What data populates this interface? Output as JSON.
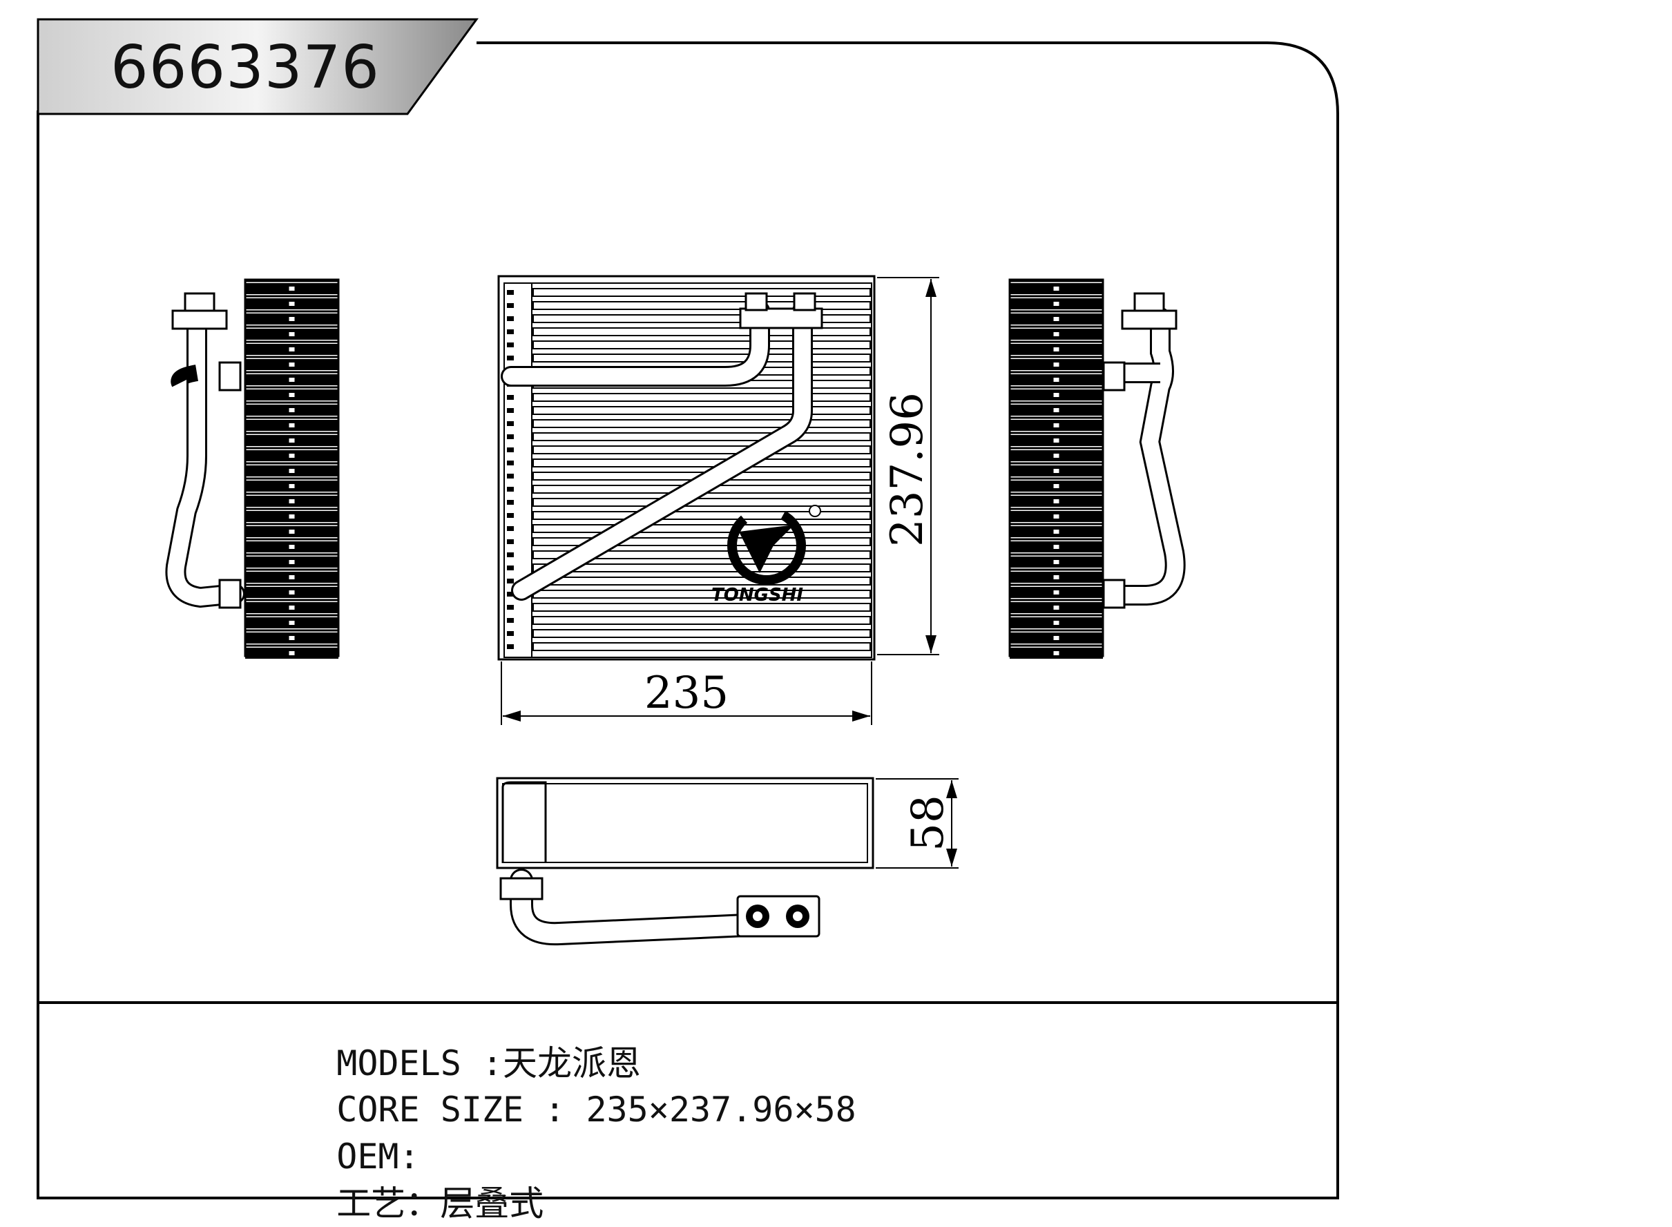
{
  "part_number": "6663376",
  "dimensions": {
    "width": "235",
    "height": "237.96",
    "depth": "58"
  },
  "brand_logo_text": "TONGSHI",
  "specs": {
    "models_label": "MODELS :",
    "models_value": "天龙派恩",
    "core_size_label": "CORE SIZE : ",
    "core_size_value": "235×237.96×58",
    "oem_label": "OEM:",
    "oem_value": "",
    "process_label": "工艺：",
    "process_value": "层叠式"
  }
}
